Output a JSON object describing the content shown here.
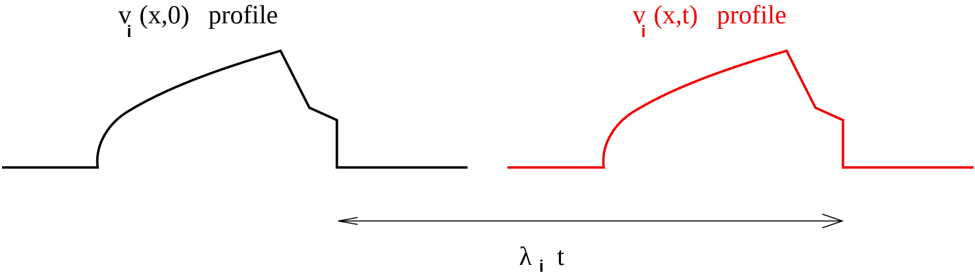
{
  "labels": {
    "left": {
      "var": "v",
      "sub": "i",
      "args": "(x,0)",
      "word": "profile",
      "color": "#000000"
    },
    "right": {
      "var": "v",
      "sub": "i",
      "args": "(x,t)",
      "word": "profile",
      "color": "#ee0000"
    },
    "shift": {
      "var": "λ",
      "sub": "i",
      "rest": "t"
    }
  },
  "colors": {
    "initial_profile": "#000000",
    "shifted_profile": "#ee0000",
    "arrow": "#000000"
  }
}
